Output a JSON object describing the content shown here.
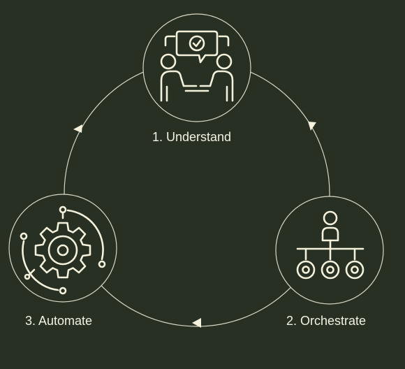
{
  "theme": {
    "background": "#273022",
    "line": "#d9d8c7",
    "icon": "#f4f2dc",
    "text": "#f2f1e6"
  },
  "cycle": {
    "direction": "clockwise",
    "steps": [
      {
        "label": "1. Understand",
        "icon": "handshake-conversation-icon"
      },
      {
        "label": "2. Orchestrate",
        "icon": "org-hierarchy-icon"
      },
      {
        "label": "3. Automate",
        "icon": "gear-automation-icon"
      }
    ]
  }
}
